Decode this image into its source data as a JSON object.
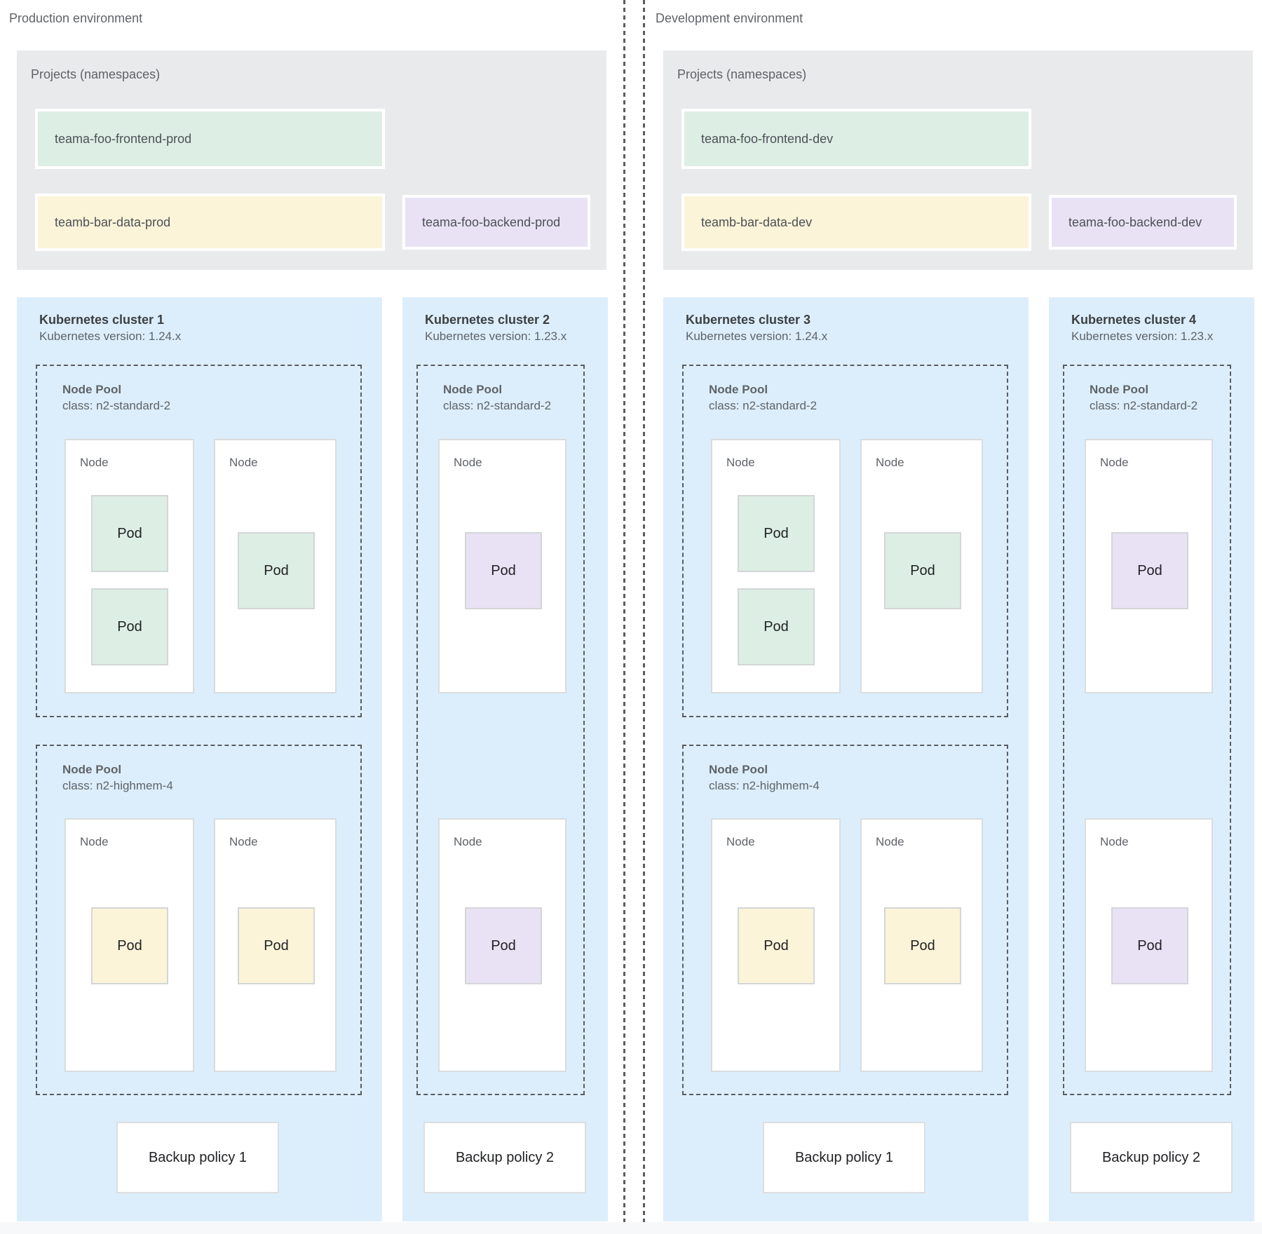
{
  "palette": {
    "cluster_bg": "#dceefb",
    "projects_bg": "#e8eaec",
    "project_green": "#ddeee5",
    "project_yellow": "#fcf4d8",
    "project_purple": "#e9e2f4",
    "dashed_border": "#5a5d61",
    "label_gray": "#5f6368"
  },
  "environments": [
    {
      "label": "Production environment",
      "projects": {
        "title": "Projects (namespaces)",
        "items": [
          {
            "name": "teama-foo-frontend-prod",
            "color": "#ddeee5"
          },
          {
            "name": "teamb-bar-data-prod",
            "color": "#fcf4d8"
          },
          {
            "name": "teama-foo-backend-prod",
            "color": "#e9e2f4"
          }
        ]
      },
      "clusters": [
        {
          "title": "Kubernetes cluster 1",
          "version": "Kubernetes version: 1.24.x",
          "backup_policy": "Backup policy 1",
          "pools": [
            {
              "name": "Node Pool",
              "machine_class": "class: n2-standard-2",
              "nodes": [
                {
                  "label": "Node",
                  "pods": [
                    {
                      "label": "Pod",
                      "color": "#ddeee5"
                    },
                    {
                      "label": "Pod",
                      "color": "#ddeee5"
                    }
                  ]
                },
                {
                  "label": "Node",
                  "pods": [
                    {
                      "label": "Pod",
                      "color": "#ddeee5"
                    }
                  ]
                }
              ]
            },
            {
              "name": "Node Pool",
              "machine_class": "class: n2-highmem-4",
              "nodes": [
                {
                  "label": "Node",
                  "pods": [
                    {
                      "label": "Pod",
                      "color": "#fcf4d8"
                    }
                  ]
                },
                {
                  "label": "Node",
                  "pods": [
                    {
                      "label": "Pod",
                      "color": "#fcf4d8"
                    }
                  ]
                }
              ]
            }
          ]
        },
        {
          "title": "Kubernetes cluster 2",
          "version": "Kubernetes version: 1.23.x",
          "backup_policy": "Backup policy 2",
          "pools": [
            {
              "name": "Node Pool",
              "machine_class": "class: n2-standard-2",
              "nodes": [
                {
                  "label": "Node",
                  "pods": [
                    {
                      "label": "Pod",
                      "color": "#e9e2f4"
                    }
                  ]
                },
                {
                  "label": "Node",
                  "pods": [
                    {
                      "label": "Pod",
                      "color": "#e9e2f4"
                    }
                  ]
                }
              ]
            }
          ]
        }
      ]
    },
    {
      "label": "Development environment",
      "projects": {
        "title": "Projects (namespaces)",
        "items": [
          {
            "name": "teama-foo-frontend-dev",
            "color": "#ddeee5"
          },
          {
            "name": "teamb-bar-data-dev",
            "color": "#fcf4d8"
          },
          {
            "name": "teama-foo-backend-dev",
            "color": "#e9e2f4"
          }
        ]
      },
      "clusters": [
        {
          "title": "Kubernetes cluster 3",
          "version": "Kubernetes version: 1.24.x",
          "backup_policy": "Backup policy 1",
          "pools": [
            {
              "name": "Node Pool",
              "machine_class": "class: n2-standard-2",
              "nodes": [
                {
                  "label": "Node",
                  "pods": [
                    {
                      "label": "Pod",
                      "color": "#ddeee5"
                    },
                    {
                      "label": "Pod",
                      "color": "#ddeee5"
                    }
                  ]
                },
                {
                  "label": "Node",
                  "pods": [
                    {
                      "label": "Pod",
                      "color": "#ddeee5"
                    }
                  ]
                }
              ]
            },
            {
              "name": "Node Pool",
              "machine_class": "class: n2-highmem-4",
              "nodes": [
                {
                  "label": "Node",
                  "pods": [
                    {
                      "label": "Pod",
                      "color": "#fcf4d8"
                    }
                  ]
                },
                {
                  "label": "Node",
                  "pods": [
                    {
                      "label": "Pod",
                      "color": "#fcf4d8"
                    }
                  ]
                }
              ]
            }
          ]
        },
        {
          "title": "Kubernetes cluster 4",
          "version": "Kubernetes version: 1.23.x",
          "backup_policy": "Backup policy 2",
          "pools": [
            {
              "name": "Node Pool",
              "machine_class": "class: n2-standard-2",
              "nodes": [
                {
                  "label": "Node",
                  "pods": [
                    {
                      "label": "Pod",
                      "color": "#e9e2f4"
                    }
                  ]
                },
                {
                  "label": "Node",
                  "pods": [
                    {
                      "label": "Pod",
                      "color": "#e9e2f4"
                    }
                  ]
                }
              ]
            }
          ]
        }
      ]
    }
  ]
}
